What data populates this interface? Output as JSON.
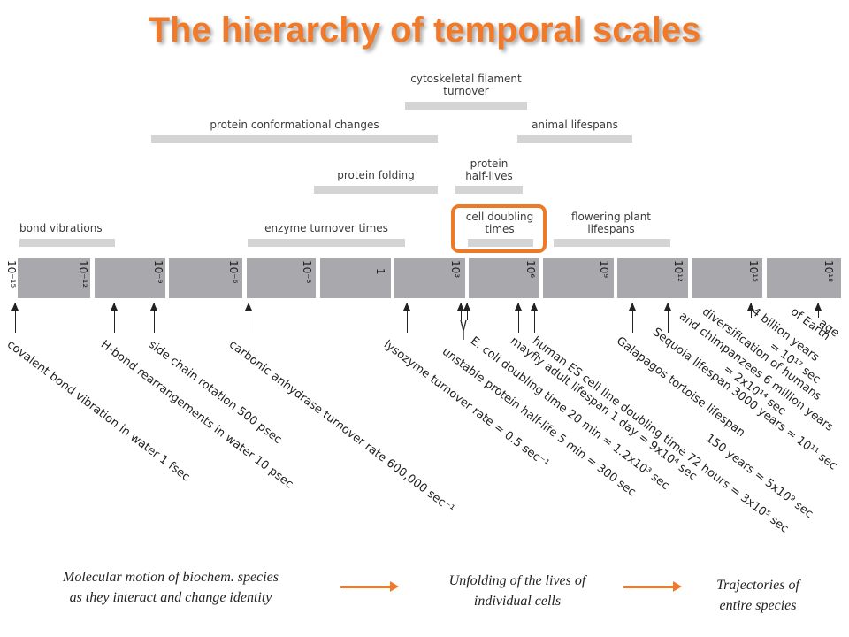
{
  "title": "The hierarchy of temporal scales",
  "categories": {
    "cytoskeletal": "cytoskeletal filament\nturnover",
    "protein_conformational": "protein conformational changes",
    "animal_lifespans": "animal lifespans",
    "protein_folding": "protein folding",
    "protein_half_lives": "protein\nhalf-lives",
    "bond_vibrations": "bond vibrations",
    "enzyme_turnover": "enzyme turnover times",
    "cell_doubling": "cell doubling\ntimes",
    "flowering_plant": "flowering plant\nlifespans"
  },
  "scale_ticks": [
    "10⁻¹⁵",
    "10⁻¹²",
    "10⁻⁹",
    "10⁻⁶",
    "10⁻³",
    "1",
    "10³",
    "10⁶",
    "10⁹",
    "10¹²",
    "10¹⁵",
    "10¹⁸"
  ],
  "events": {
    "covalent": "covalent bond vibration in water 1 fsec",
    "hbond": "H-bond rearrangements in water 10 psec",
    "side_chain": "side chain rotation 500 psec",
    "carbonic": "carbonic anhydrase turnover rate 600,000 sec⁻¹",
    "lysozyme": "lysozyme turnover rate  = 0.5 sec⁻¹",
    "unstable": "unstable protein half-life 5 min = 300 sec",
    "ecoli": "E. coli doubling time 20 min = 1.2x10³ sec",
    "mayfly": "mayfly adult lifespan 1 day = 9x10⁴ sec",
    "human_es": "human ES cell line doubling time 72 hours = 3x10⁵ sec",
    "galapagos": "Galapagos tortoise lifespan",
    "galapagos_2": "150 years = 5x10⁹ sec",
    "sequoia": "Sequoia lifespan 3000 years = 10¹¹ sec",
    "chimps_1": "and chimpanzees 6 million years",
    "chimps_2": "= 2x10¹⁴ sec",
    "diversification": "diversification of humans",
    "billion_1": "4 billion years",
    "billion_2": "= 10¹⁷ sec",
    "age_1": "age",
    "age_2": "of Earth"
  },
  "captions": {
    "molecular": "Molecular motion of biochem. species\nas they interact and change identity",
    "cells": "Unfolding of the lives of\nindividual cells",
    "species": "Trajectories of\nentire species"
  },
  "colors": {
    "accent": "#f07a2a",
    "segment": "#a9a9ad",
    "category_bar": "#d4d4d4"
  }
}
